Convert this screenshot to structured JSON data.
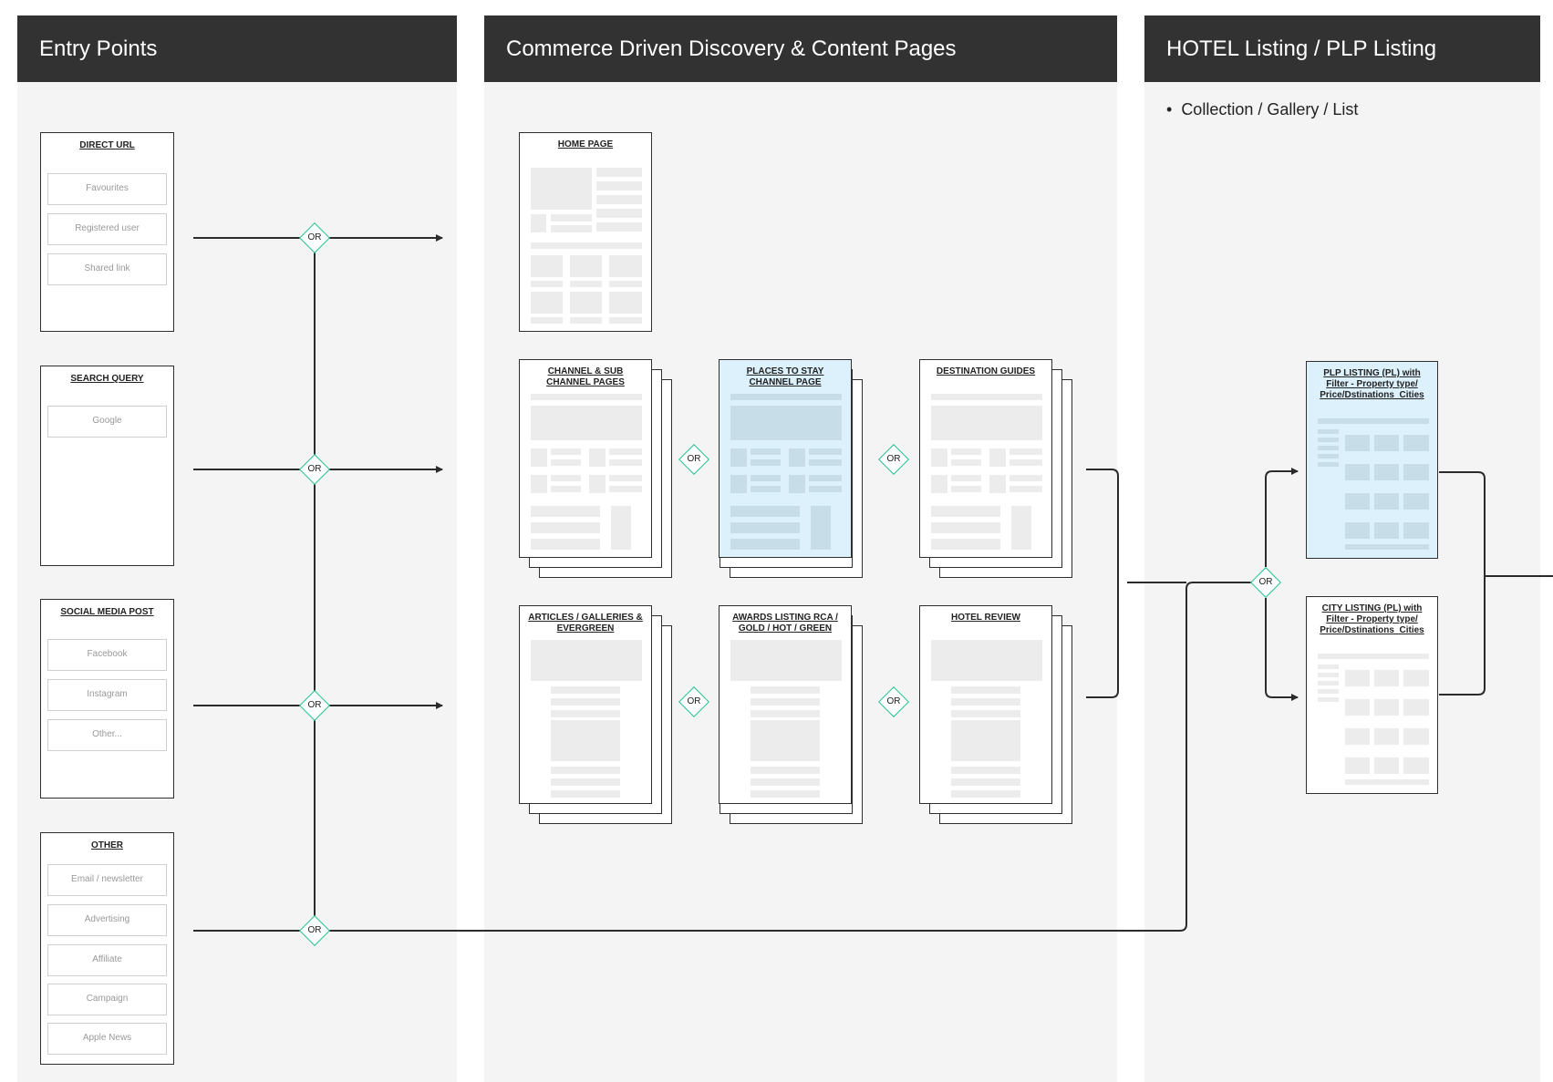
{
  "lanes": {
    "entry": {
      "title": "Entry Points"
    },
    "discovery": {
      "title": "Commerce Driven Discovery & Content Pages"
    },
    "listing": {
      "title": "HOTEL Listing / PLP Listing",
      "bullets": [
        "Collection / Gallery / List"
      ]
    }
  },
  "entry_cards": [
    {
      "title": "DIRECT URL",
      "fields": [
        "Favourites",
        "Registered user",
        "Shared link"
      ]
    },
    {
      "title": "SEARCH QUERY",
      "fields": [
        "Google"
      ]
    },
    {
      "title": "SOCIAL MEDIA POST",
      "fields": [
        "Facebook",
        "Instagram",
        "Other..."
      ]
    },
    {
      "title": "OTHER",
      "fields": [
        "Email / newsletter",
        "Advertising",
        "Affiliate",
        "Campaign",
        "Apple News"
      ]
    }
  ],
  "pages": {
    "home": "HOME PAGE",
    "channel": "CHANNEL & SUB CHANNEL PAGES",
    "places": "PLACES TO STAY CHANNEL PAGE",
    "destination": "DESTINATION GUIDES",
    "articles": "ARTICLES / GALLERIES & EVERGREEN",
    "awards": "AWARDS LISTING RCA / GOLD / HOT / GREEN",
    "review": "HOTEL REVIEW",
    "plp": "PLP LISTING (PL) with Filter - Property type/ Price/Dstinations_Cities",
    "city": "CITY LISTING (PL) with Filter - Property type/ Price/Dstinations_Cities"
  },
  "connector_label": "OR",
  "colors": {
    "lane_header": "#323232",
    "lane_bg": "#f4f4f4",
    "or_diamond": "#23c38a",
    "highlight": "#dcf1fb"
  }
}
